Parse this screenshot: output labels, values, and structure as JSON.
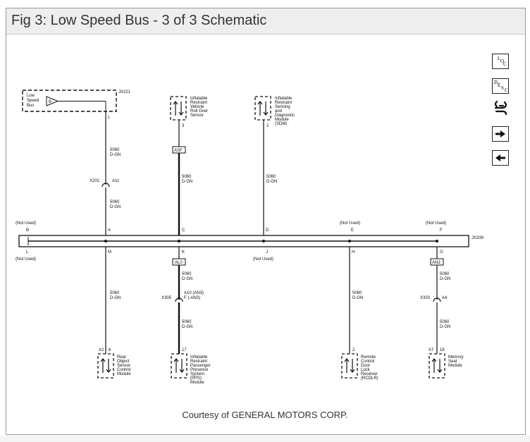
{
  "title": "Fig 3: Low Speed Bus - 3 of 3 Schematic",
  "credit": "Courtesy of GENERAL MOTORS CORP.",
  "nav": {
    "loc_label": [
      "L",
      "O",
      "C"
    ],
    "desc_label": [
      "D",
      "E",
      "S",
      "C"
    ],
    "icons": [
      "location-icon",
      "description-icon",
      "connector-icon",
      "next-arrow-icon",
      "prev-arrow-icon"
    ]
  },
  "schematic": {
    "top_connector": {
      "name": "JX221",
      "label": [
        "Low",
        "Speed",
        "Bus"
      ],
      "pin_inside": "B",
      "pin_out": "L"
    },
    "modules_top": [
      {
        "lines": [
          "Inflatable",
          "Restraint",
          "Vehicle",
          "Roll Over",
          "Sensor"
        ],
        "pin": "3"
      },
      {
        "lines": [
          "Inflatable",
          "Restraint",
          "Sensing",
          "and",
          "Diagnostic",
          "Module",
          "(SDM)"
        ],
        "pin": "2"
      }
    ],
    "wire_code": "5060",
    "wire_color": "D-GN",
    "splice_x202": {
      "name": "X202",
      "pin": "A11"
    },
    "option_asf": "ASF",
    "option_al0": "AL0",
    "option_an3": "AN3",
    "bus": {
      "name": "JX339",
      "top_pins": [
        "B",
        "A",
        "C",
        "D",
        "E",
        "F"
      ],
      "bottom_pins": [
        "L",
        "M",
        "K",
        "J",
        "H",
        "G"
      ],
      "not_used": "(Not Used)"
    },
    "splice_x305": {
      "name": "X305",
      "pin_a": "A10 (AN3)",
      "pin_f": "F (-AN3)"
    },
    "splice_x303": {
      "name": "X303",
      "pin": "A4"
    },
    "modules_bottom": [
      {
        "conn": "X2",
        "pin": "6",
        "lines": [
          "Rear",
          "Object",
          "Sensor",
          "Control",
          "Module"
        ]
      },
      {
        "conn": "",
        "pin": "17",
        "lines": [
          "Inflatable",
          "Restraint",
          "Passenger",
          "Presence",
          "System",
          "(PPS)",
          "Module"
        ]
      },
      {
        "conn": "",
        "pin": "2",
        "lines": [
          "Remote",
          "Control",
          "Door",
          "Lock",
          "Receiver",
          "(RCDLR)"
        ]
      },
      {
        "conn": "X7",
        "pin": "16",
        "lines": [
          "Memory",
          "Seat",
          "Module"
        ]
      }
    ]
  }
}
